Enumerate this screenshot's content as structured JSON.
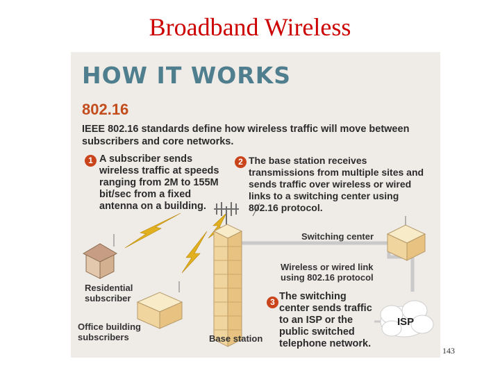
{
  "slide": {
    "title": "Broadband Wireless",
    "page_number": "143"
  },
  "graphic": {
    "heading": "HOW IT WORKS",
    "standard": "802.16",
    "intro": "IEEE 802.16 standards define how wireless traffic will move between\nsubscribers and core networks.",
    "steps": [
      {
        "number": "1",
        "text": "A subscriber sends\nwireless traffic at speeds\nranging from 2M to 155M\nbit/sec from a fixed\nantenna on a building."
      },
      {
        "number": "2",
        "text": "The base station receives\ntransmissions from multiple sites and\nsends traffic over wireless or wired\nlinks to a switching center using\n802.16 protocol."
      },
      {
        "number": "3",
        "text": "The switching\ncenter sends traffic\nto an ISP or the\npublic switched\ntelephone network."
      }
    ],
    "labels": {
      "switching_center": "Switching center",
      "link": "Wireless or wired link\nusing 802.16 protocol",
      "residential": "Residential\nsubscriber",
      "office": "Office building\nsubscribers",
      "base_station": "Base station",
      "isp": "ISP"
    },
    "colors": {
      "heading": "#4f7e8e",
      "standard": "#c24c1c",
      "step_badge": "#c9431b",
      "lightning": "#e0b020",
      "building": "#f3dca8",
      "link_line": "#c8c8c8"
    }
  }
}
